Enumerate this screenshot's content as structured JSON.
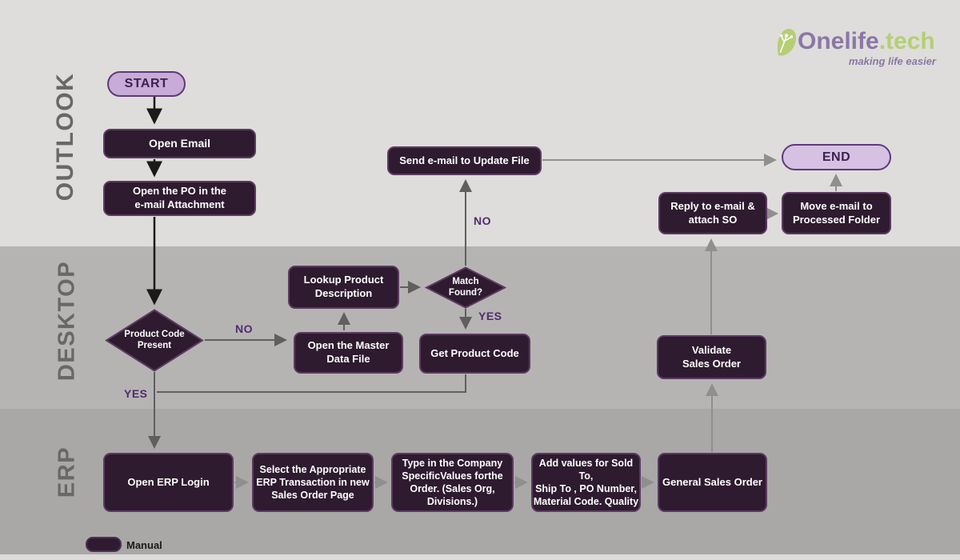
{
  "lanes": {
    "outlook": "OUTLOOK",
    "desktop": "DESKTOP",
    "erp": "ERP"
  },
  "nodes": {
    "start": "START",
    "open_email": "Open Email",
    "open_po": "Open the PO in the\ne-mail Attachment",
    "send_email": "Send e-mail to Update File",
    "reply": "Reply to e-mail &\nattach SO",
    "move_email": "Move e-mail to\nProcessed Folder",
    "end": "END",
    "lookup": "Lookup Product\nDescription",
    "match": "Match\nFound?",
    "open_master": "Open the Master\nData File",
    "get_code": "Get Product Code",
    "product_present": "Product Code\nPresent",
    "validate": "Validate\nSales Order",
    "open_erp": "Open ERP Login",
    "select_txn": "Select the Appropriate\nERP Transaction in new\nSales Order Page",
    "type_values": "Type in the Company\nSpecificValues forthe\nOrder. (Sales Org,\nDivisions.)",
    "add_values": "Add values for Sold To,\nShip To , PO Number,\nMaterial Code. Quality",
    "general_so": "General Sales Order"
  },
  "edge_labels": {
    "product_no": "NO",
    "product_yes": "YES",
    "match_no": "NO",
    "match_yes": "YES"
  },
  "legend": {
    "manual": "Manual"
  },
  "logo": {
    "brand": "Onelife",
    "dot": ".",
    "suffix": "tech",
    "tagline": "making life easier",
    "leaf_icon": "leaf-icon"
  },
  "colors": {
    "node_fill": "#2e1b2f",
    "node_border": "#5c3a61",
    "pill_start": "#c9abd7",
    "pill_end": "#d6c1e2",
    "pill_border": "#5d3a78",
    "accent_purple": "#532a6e",
    "logo_purple": "#8b77a6",
    "logo_green": "#b6ce74",
    "lane_outlook": "#dedddb",
    "lane_desktop": "#b5b4b3",
    "lane_erp": "#a9a8a7",
    "arrow_black": "#1a1a1a",
    "arrow_gray": "#5f5f5f",
    "arrow_light": "#8f8f8f"
  }
}
